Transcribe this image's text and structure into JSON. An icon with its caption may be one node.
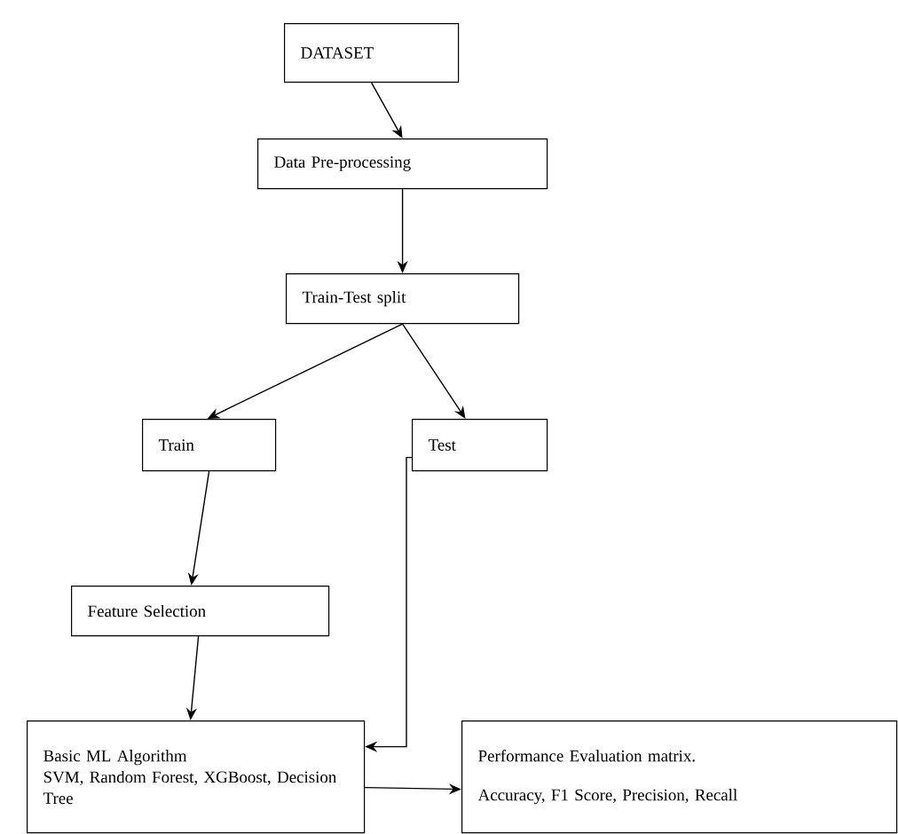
{
  "diagram": {
    "nodes": [
      {
        "text": [
          "DATASET"
        ]
      },
      {
        "text": [
          "Data Pre-processing"
        ]
      },
      {
        "text": [
          "Train-Test split"
        ]
      },
      {
        "text": [
          "Train"
        ]
      },
      {
        "text": [
          "Test"
        ]
      },
      {
        "text": [
          "Feature Selection"
        ]
      },
      {
        "text": [
          "Basic ML Algorithm",
          "SVM, Random Forest, XGBoost, Decision Tree"
        ]
      },
      {
        "text": [
          "Performance Evaluation matrix.",
          "Accuracy, F1 Score, Precision, Recall"
        ]
      }
    ],
    "edges": [
      {
        "from": 0,
        "to": 1,
        "arrow": "to"
      },
      {
        "from": 1,
        "to": 2,
        "arrow": "to"
      },
      {
        "from": 2,
        "to": 3,
        "arrow": "to"
      },
      {
        "from": 2,
        "to": 4,
        "arrow": "to"
      },
      {
        "from": 3,
        "to": 5,
        "arrow": "to"
      },
      {
        "from": 5,
        "to": 6,
        "arrow": "to"
      },
      {
        "from": 4,
        "to": 6,
        "arrow": "to"
      },
      {
        "from": 6,
        "to": 7,
        "arrow": "to"
      }
    ]
  }
}
